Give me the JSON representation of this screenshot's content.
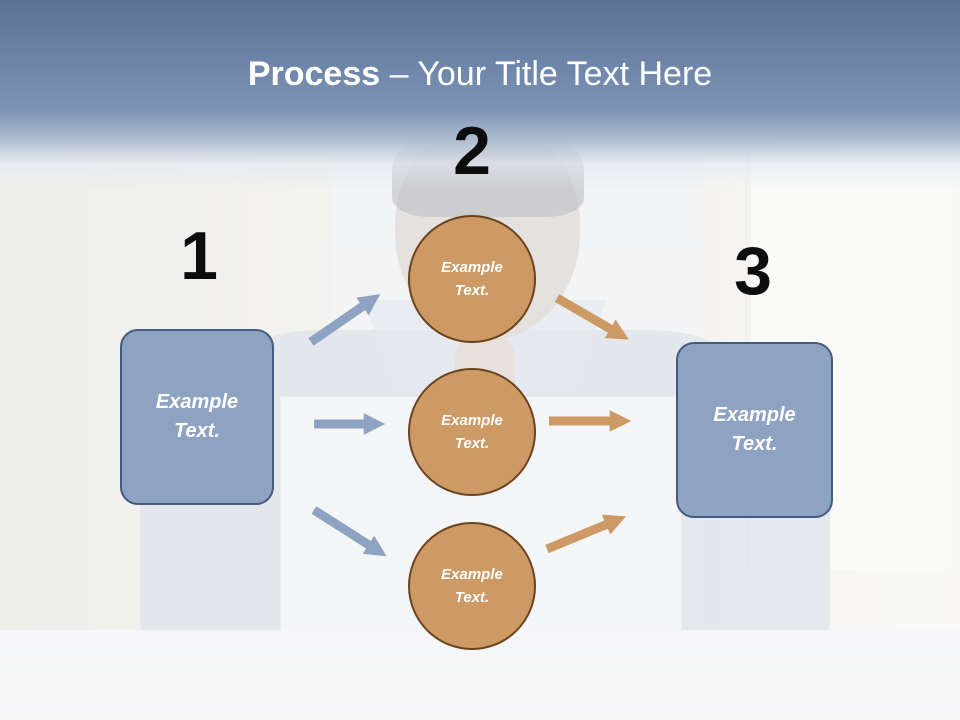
{
  "slide": {
    "title_bold": "Process",
    "title_rest": " – Your Title Text Here"
  },
  "steps": [
    {
      "number": "1",
      "text_line1": "Example",
      "text_line2": "Text."
    },
    {
      "number": "2"
    },
    {
      "number": "3",
      "text_line1": "Example",
      "text_line2": "Text."
    }
  ],
  "circles": [
    {
      "text_line1": "Example",
      "text_line2": "Text."
    },
    {
      "text_line1": "Example",
      "text_line2": "Text."
    },
    {
      "text_line1": "Example",
      "text_line2": "Text."
    }
  ],
  "colors": {
    "box_fill": "#8ea2c2",
    "box_border": "#445a7e",
    "circle_fill": "#cd9a65",
    "circle_border": "#6a431e",
    "blue_arrow": "#8ea2c2",
    "orange_arrow": "#cd9a65",
    "header": "#6e86a9"
  }
}
